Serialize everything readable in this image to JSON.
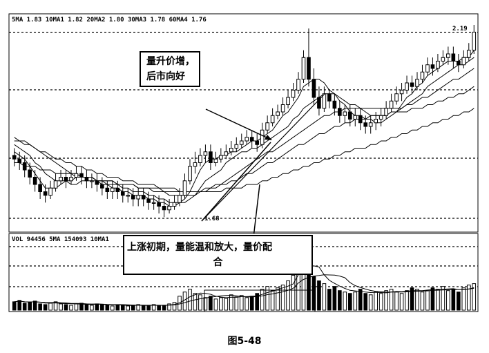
{
  "price_panel": {
    "ma_header": "5MA 1.83  10MA1 1.82  20MA2 1.80  30MA3 1.78  60MA4 1.76",
    "last_price_label": "2.19",
    "low_label": "1.68"
  },
  "volume_panel": {
    "header": "VOL 94456  5MA 154093  10MA1"
  },
  "annotations": {
    "rising_price_volume": [
      "量升价增，",
      "后市向好"
    ],
    "early_rise_note": [
      "上涨初期，量能温和放大，量价配",
      "合"
    ]
  },
  "caption": "图5-48",
  "colors": {
    "ink": "#000000",
    "background": "#ffffff",
    "grid": "#000000"
  },
  "chart_data": {
    "type": "candlestick",
    "title": "",
    "candles": {
      "open": [
        1.85,
        1.84,
        1.83,
        1.81,
        1.79,
        1.77,
        1.75,
        1.74,
        1.76,
        1.78,
        1.79,
        1.78,
        1.79,
        1.8,
        1.79,
        1.78,
        1.78,
        1.77,
        1.76,
        1.75,
        1.76,
        1.75,
        1.74,
        1.74,
        1.73,
        1.74,
        1.73,
        1.72,
        1.72,
        1.71,
        1.7,
        1.71,
        1.72,
        1.74,
        1.78,
        1.82,
        1.83,
        1.85,
        1.86,
        1.83,
        1.84,
        1.85,
        1.86,
        1.87,
        1.88,
        1.89,
        1.9,
        1.89,
        1.88,
        1.92,
        1.94,
        1.96,
        1.97,
        1.99,
        2.01,
        2.03,
        2.06,
        2.12,
        2.06,
        2.01,
        1.98,
        2.02,
        2.0,
        1.98,
        1.96,
        1.97,
        1.95,
        1.96,
        1.94,
        1.93,
        1.94,
        1.95,
        1.96,
        1.98,
        2.0,
        2.02,
        2.03,
        2.05,
        2.04,
        2.06,
        2.08,
        2.1,
        2.09,
        2.11,
        2.12,
        2.13,
        2.11,
        2.1,
        2.12,
        2.14
      ],
      "close": [
        1.84,
        1.83,
        1.81,
        1.79,
        1.77,
        1.75,
        1.74,
        1.76,
        1.78,
        1.79,
        1.78,
        1.79,
        1.8,
        1.79,
        1.78,
        1.78,
        1.77,
        1.76,
        1.75,
        1.76,
        1.75,
        1.74,
        1.74,
        1.73,
        1.74,
        1.73,
        1.72,
        1.72,
        1.71,
        1.7,
        1.71,
        1.72,
        1.74,
        1.78,
        1.82,
        1.83,
        1.85,
        1.86,
        1.83,
        1.84,
        1.85,
        1.86,
        1.87,
        1.88,
        1.89,
        1.9,
        1.89,
        1.88,
        1.92,
        1.94,
        1.96,
        1.97,
        1.99,
        2.01,
        2.03,
        2.06,
        2.12,
        2.06,
        2.01,
        1.98,
        2.02,
        2.0,
        1.98,
        1.96,
        1.97,
        1.95,
        1.96,
        1.94,
        1.93,
        1.94,
        1.95,
        1.96,
        1.98,
        2.0,
        2.02,
        2.03,
        2.05,
        2.04,
        2.06,
        2.08,
        2.1,
        2.09,
        2.11,
        2.12,
        2.13,
        2.11,
        2.1,
        2.12,
        2.14,
        2.19
      ],
      "high": [
        1.87,
        1.86,
        1.85,
        1.83,
        1.81,
        1.79,
        1.77,
        1.78,
        1.8,
        1.81,
        1.81,
        1.81,
        1.82,
        1.82,
        1.81,
        1.8,
        1.8,
        1.79,
        1.78,
        1.78,
        1.78,
        1.77,
        1.76,
        1.76,
        1.76,
        1.76,
        1.75,
        1.74,
        1.74,
        1.73,
        1.73,
        1.74,
        1.76,
        1.8,
        1.84,
        1.86,
        1.87,
        1.88,
        1.88,
        1.86,
        1.87,
        1.88,
        1.89,
        1.9,
        1.91,
        1.92,
        1.92,
        1.91,
        1.94,
        1.96,
        1.98,
        1.99,
        2.01,
        2.03,
        2.05,
        2.08,
        2.14,
        2.2,
        2.09,
        2.04,
        2.04,
        2.03,
        2.02,
        2.0,
        1.99,
        1.99,
        1.98,
        1.98,
        1.96,
        1.96,
        1.97,
        1.98,
        2.0,
        2.02,
        2.04,
        2.05,
        2.07,
        2.07,
        2.08,
        2.1,
        2.12,
        2.12,
        2.13,
        2.14,
        2.15,
        2.15,
        2.13,
        2.14,
        2.16,
        2.21
      ],
      "low": [
        1.82,
        1.81,
        1.79,
        1.77,
        1.75,
        1.73,
        1.72,
        1.73,
        1.75,
        1.77,
        1.76,
        1.77,
        1.78,
        1.77,
        1.76,
        1.76,
        1.75,
        1.74,
        1.73,
        1.73,
        1.73,
        1.72,
        1.72,
        1.71,
        1.71,
        1.71,
        1.7,
        1.7,
        1.69,
        1.68,
        1.69,
        1.7,
        1.71,
        1.73,
        1.77,
        1.8,
        1.82,
        1.83,
        1.81,
        1.82,
        1.83,
        1.84,
        1.85,
        1.86,
        1.87,
        1.88,
        1.87,
        1.86,
        1.87,
        1.91,
        1.93,
        1.95,
        1.96,
        1.98,
        2.0,
        2.02,
        2.05,
        2.04,
        1.99,
        1.96,
        1.97,
        1.98,
        1.96,
        1.94,
        1.94,
        1.93,
        1.93,
        1.92,
        1.91,
        1.91,
        1.92,
        1.93,
        1.95,
        1.97,
        1.99,
        2.0,
        2.02,
        2.02,
        2.03,
        2.05,
        2.07,
        2.07,
        2.08,
        2.1,
        2.1,
        2.09,
        2.08,
        2.09,
        2.11,
        2.13
      ]
    },
    "ma_series": [
      {
        "name": "5MA",
        "value": 1.83
      },
      {
        "name": "10MA1",
        "value": 1.82
      },
      {
        "name": "20MA2",
        "value": 1.8
      },
      {
        "name": "30MA3",
        "value": 1.78
      },
      {
        "name": "60MA4",
        "value": 1.76
      }
    ],
    "ma_lines": [
      [
        1.86,
        1.85,
        1.84,
        1.82,
        1.8,
        1.78,
        1.76,
        1.76,
        1.76,
        1.77,
        1.78,
        1.78,
        1.79,
        1.79,
        1.79,
        1.79,
        1.78,
        1.77,
        1.77,
        1.76,
        1.76,
        1.75,
        1.75,
        1.74,
        1.74,
        1.74,
        1.73,
        1.73,
        1.72,
        1.72,
        1.71,
        1.71,
        1.72,
        1.73,
        1.75,
        1.78,
        1.81,
        1.83,
        1.84,
        1.84,
        1.85,
        1.85,
        1.86,
        1.86,
        1.87,
        1.88,
        1.89,
        1.89,
        1.9,
        1.91,
        1.92,
        1.94,
        1.96,
        1.97,
        1.99,
        2.01,
        2.04,
        2.05,
        2.06,
        2.06,
        2.05,
        2.03,
        2.02,
        2.0,
        1.99,
        1.97,
        1.96,
        1.96,
        1.95,
        1.95,
        1.94,
        1.94,
        1.95,
        1.96,
        1.97,
        1.99,
        2.01,
        2.02,
        2.04,
        2.05,
        2.07,
        2.08,
        2.09,
        2.1,
        2.11,
        2.11,
        2.11,
        2.12,
        2.12,
        2.14
      ],
      [
        1.88,
        1.87,
        1.86,
        1.85,
        1.83,
        1.82,
        1.8,
        1.79,
        1.78,
        1.78,
        1.78,
        1.77,
        1.77,
        1.78,
        1.78,
        1.78,
        1.78,
        1.78,
        1.77,
        1.77,
        1.77,
        1.76,
        1.76,
        1.75,
        1.75,
        1.75,
        1.74,
        1.74,
        1.73,
        1.73,
        1.72,
        1.72,
        1.72,
        1.72,
        1.73,
        1.74,
        1.76,
        1.78,
        1.79,
        1.8,
        1.81,
        1.83,
        1.84,
        1.85,
        1.86,
        1.86,
        1.87,
        1.87,
        1.88,
        1.89,
        1.9,
        1.91,
        1.92,
        1.93,
        1.95,
        1.96,
        1.98,
        1.99,
        2.0,
        2.01,
        2.02,
        2.02,
        2.02,
        2.01,
        2.0,
        1.99,
        1.99,
        1.98,
        1.97,
        1.96,
        1.96,
        1.96,
        1.96,
        1.97,
        1.97,
        1.98,
        1.99,
        2.0,
        2.01,
        2.02,
        2.04,
        2.05,
        2.06,
        2.07,
        2.08,
        2.09,
        2.1,
        2.1,
        2.11,
        2.12
      ],
      [
        1.9,
        1.89,
        1.89,
        1.88,
        1.87,
        1.86,
        1.85,
        1.84,
        1.83,
        1.82,
        1.81,
        1.8,
        1.8,
        1.79,
        1.79,
        1.79,
        1.78,
        1.78,
        1.78,
        1.78,
        1.77,
        1.77,
        1.77,
        1.77,
        1.76,
        1.76,
        1.76,
        1.75,
        1.75,
        1.75,
        1.74,
        1.74,
        1.74,
        1.74,
        1.74,
        1.74,
        1.75,
        1.75,
        1.76,
        1.77,
        1.77,
        1.78,
        1.79,
        1.8,
        1.81,
        1.82,
        1.83,
        1.84,
        1.85,
        1.86,
        1.86,
        1.87,
        1.88,
        1.89,
        1.9,
        1.91,
        1.92,
        1.93,
        1.94,
        1.95,
        1.96,
        1.96,
        1.97,
        1.97,
        1.98,
        1.98,
        1.98,
        1.98,
        1.98,
        1.98,
        1.98,
        1.98,
        1.98,
        1.98,
        1.98,
        1.98,
        1.99,
        1.99,
        2.0,
        2.01,
        2.01,
        2.02,
        2.03,
        2.04,
        2.05,
        2.06,
        2.06,
        2.07,
        2.08,
        2.09
      ],
      [
        1.89,
        1.89,
        1.88,
        1.88,
        1.87,
        1.86,
        1.86,
        1.85,
        1.84,
        1.84,
        1.83,
        1.83,
        1.82,
        1.82,
        1.81,
        1.81,
        1.8,
        1.8,
        1.79,
        1.79,
        1.79,
        1.78,
        1.78,
        1.78,
        1.77,
        1.77,
        1.77,
        1.77,
        1.76,
        1.76,
        1.76,
        1.76,
        1.75,
        1.75,
        1.75,
        1.75,
        1.75,
        1.76,
        1.76,
        1.76,
        1.77,
        1.77,
        1.78,
        1.78,
        1.79,
        1.8,
        1.8,
        1.81,
        1.82,
        1.83,
        1.83,
        1.84,
        1.85,
        1.86,
        1.87,
        1.88,
        1.88,
        1.89,
        1.9,
        1.91,
        1.91,
        1.92,
        1.93,
        1.93,
        1.94,
        1.94,
        1.95,
        1.95,
        1.95,
        1.96,
        1.96,
        1.96,
        1.96,
        1.97,
        1.97,
        1.97,
        1.97,
        1.98,
        1.98,
        1.98,
        1.99,
        1.99,
        2.0,
        2.0,
        2.01,
        2.01,
        2.02,
        2.02,
        2.03,
        2.04
      ],
      [
        1.83,
        1.83,
        1.82,
        1.82,
        1.82,
        1.81,
        1.81,
        1.81,
        1.8,
        1.8,
        1.8,
        1.8,
        1.79,
        1.79,
        1.79,
        1.79,
        1.78,
        1.78,
        1.78,
        1.78,
        1.77,
        1.77,
        1.77,
        1.77,
        1.76,
        1.76,
        1.76,
        1.76,
        1.76,
        1.75,
        1.75,
        1.75,
        1.75,
        1.75,
        1.75,
        1.75,
        1.75,
        1.75,
        1.75,
        1.75,
        1.75,
        1.76,
        1.76,
        1.76,
        1.76,
        1.77,
        1.77,
        1.77,
        1.78,
        1.78,
        1.79,
        1.79,
        1.8,
        1.8,
        1.81,
        1.81,
        1.82,
        1.82,
        1.83,
        1.83,
        1.84,
        1.84,
        1.85,
        1.85,
        1.86,
        1.86,
        1.87,
        1.87,
        1.87,
        1.88,
        1.88,
        1.89,
        1.89,
        1.9,
        1.9,
        1.91,
        1.91,
        1.92,
        1.92,
        1.93,
        1.93,
        1.94,
        1.94,
        1.95,
        1.95,
        1.96,
        1.96,
        1.97,
        1.97,
        1.98
      ]
    ],
    "volume": [
      12,
      14,
      10,
      11,
      13,
      9,
      8,
      10,
      12,
      9,
      8,
      7,
      9,
      10,
      8,
      7,
      9,
      8,
      7,
      6,
      8,
      7,
      6,
      7,
      8,
      6,
      7,
      8,
      6,
      7,
      9,
      11,
      20,
      26,
      30,
      24,
      22,
      18,
      20,
      16,
      18,
      17,
      22,
      19,
      21,
      18,
      20,
      24,
      30,
      34,
      28,
      32,
      36,
      42,
      50,
      94,
      70,
      55,
      48,
      42,
      38,
      30,
      34,
      28,
      26,
      24,
      26,
      30,
      24,
      22,
      26,
      24,
      28,
      30,
      26,
      24,
      28,
      32,
      30,
      26,
      28,
      32,
      30,
      34,
      28,
      30,
      26,
      32,
      36,
      38
    ],
    "volume_ma": [
      {
        "name": "5MA",
        "value": 154093
      },
      {
        "name": "10MA1",
        "value": null
      }
    ],
    "volume_last": 94456,
    "ylim": [
      1.65,
      2.21
    ]
  }
}
